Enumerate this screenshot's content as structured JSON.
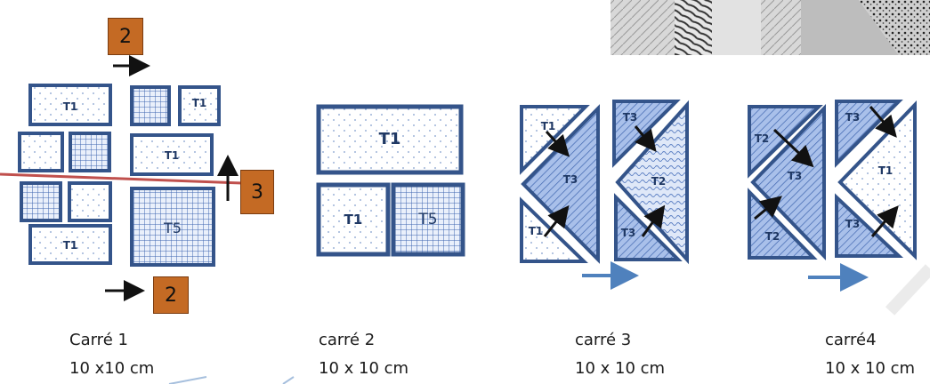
{
  "badges": {
    "top": "2",
    "right": "3",
    "bottom": "2"
  },
  "pieces": {
    "t1": "T1",
    "t2": "T2",
    "t3": "T3",
    "t5": "T5"
  },
  "captions": [
    {
      "name": "Carré 1",
      "size": "10 x10 cm"
    },
    {
      "name": "carré 2",
      "size": "10 x 10 cm"
    },
    {
      "name": "carré 3",
      "size": "10 x 10 cm"
    },
    {
      "name": "carré4",
      "size": "10 x 10 cm"
    }
  ],
  "colors": {
    "outline": "#34548a",
    "fill_blue": "#6d93d6",
    "badge": "#c46a24",
    "red_line": "#c0504d",
    "arrow_blue": "#4f81bd"
  },
  "icons": [
    "fabric-swatch-strip",
    "arrow-right-icon",
    "arrow-up-icon",
    "arrow-diagonal-icon"
  ]
}
